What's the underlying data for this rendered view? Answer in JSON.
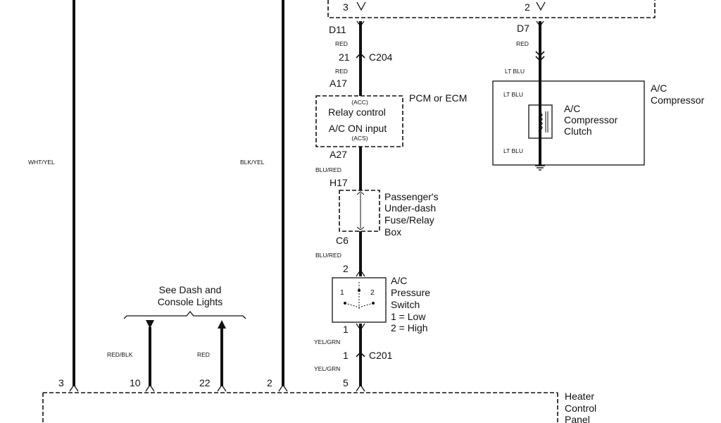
{
  "top_pins": {
    "left": "3",
    "right": "2"
  },
  "left_wires": {
    "wht_yel": "WHT/YEL",
    "blk_yel": "BLK/YEL"
  },
  "center_wire": {
    "d11": "D11",
    "red_1": "RED",
    "c204_pin": "21",
    "c204": "C204",
    "red_2": "RED",
    "a17": "A17",
    "a27": "A27",
    "blu_red_1": "BLU/RED",
    "h17": "H17",
    "c6": "C6",
    "blu_red_2": "BLU/RED",
    "switch_pin_top": "2",
    "switch_pin_bottom": "1",
    "yel_grn_1": "YEL/GRN",
    "c201_pin": "1",
    "c201": "C201",
    "yel_grn_2": "YEL/GRN"
  },
  "pcm": {
    "acc": "(ACC)",
    "relay_control": "Relay control",
    "ac_on_input": "A/C ON input",
    "acs": "(ACS)",
    "name": "PCM or ECM"
  },
  "fuse_box": {
    "line1": "Passenger's",
    "line2": "Under-dash",
    "line3": "Fuse/Relay",
    "line4": "Box"
  },
  "pressure_switch": {
    "line1": "A/C",
    "line2": "Pressure",
    "line3": "Switch",
    "line4": "1 = Low",
    "line5": "2 = High",
    "contact_1": "1",
    "contact_2": "2"
  },
  "compressor_wire": {
    "d7": "D7",
    "red": "RED",
    "lt_blu_1": "LT BLU",
    "lt_blu_2": "LT BLU",
    "lt_blu_3": "LT BLU"
  },
  "compressor": {
    "clutch_line1": "A/C",
    "clutch_line2": "Compressor",
    "clutch_line3": "Clutch",
    "name_line1": "A/C",
    "name_line2": "Compressor"
  },
  "dash_lights": {
    "line1": "See Dash and",
    "line2": "Console Lights",
    "red_blk": "RED/BLK",
    "red": "RED"
  },
  "heater_panel": {
    "pins": [
      "3",
      "10",
      "22",
      "2",
      "5"
    ],
    "line1": "Heater",
    "line2": "Control",
    "line3": "Panel"
  }
}
